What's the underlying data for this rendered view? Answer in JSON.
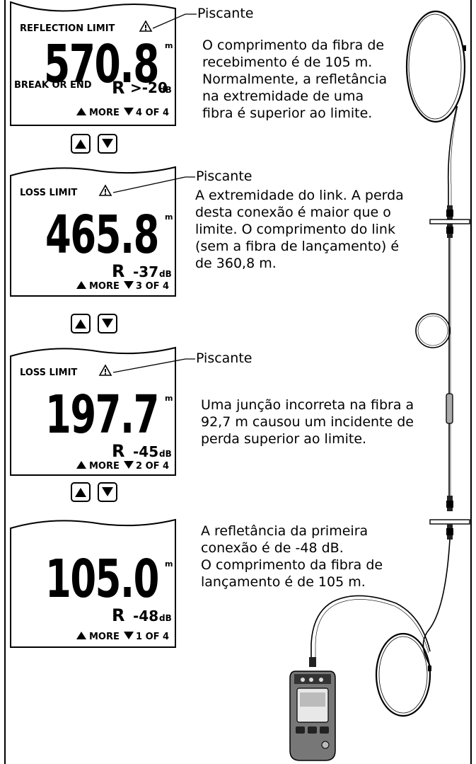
{
  "screens": [
    {
      "warning_label": "REFLECTION LIMIT",
      "distance": "570.8",
      "distance_unit": "m",
      "status_label": "BREAK OR END",
      "event_type": "R",
      "reflectance": ">-20",
      "reflectance_unit": "dB",
      "nav_more": "MORE",
      "page": "4 OF 4"
    },
    {
      "warning_label": "LOSS LIMIT",
      "distance": "465.8",
      "distance_unit": "m",
      "event_type": "R",
      "reflectance": "-37",
      "reflectance_unit": "dB",
      "nav_more": "MORE",
      "page": "3 OF 4"
    },
    {
      "warning_label": "LOSS LIMIT",
      "distance": "197.7",
      "distance_unit": "m",
      "event_type": "R",
      "reflectance": "-45",
      "reflectance_unit": "dB",
      "nav_more": "MORE",
      "page": "2 OF 4"
    },
    {
      "distance": "105.0",
      "distance_unit": "m",
      "event_type": "R",
      "reflectance": "-48",
      "reflectance_unit": "dB",
      "nav_more": "MORE",
      "page": "1 OF 4"
    }
  ],
  "callouts": {
    "blinking_label": "Piscante",
    "note_1": "O comprimento da fibra de\nrecebimento é de 105 m.\nNormalmente, a refletância\nna extremidade de uma\nfibra é superior ao limite.",
    "note_2": "A extremidade do link. A perda\ndesta conexão é maior que o\nlimite. O comprimento do link\n(sem a fibra de lançamento) é\nde 360,8 m.",
    "note_3": "Uma junção incorreta na fibra a\n92,7 m causou um incidente de\nperda superior ao limite.",
    "note_4": "A refletância da primeira\nconexão é de -48 dB.\nO comprimento da fibra de\nlançamento é de 105 m."
  },
  "icons": {
    "warning": "warning-triangle-icon",
    "up": "up-arrow-button",
    "down": "down-arrow-button"
  }
}
